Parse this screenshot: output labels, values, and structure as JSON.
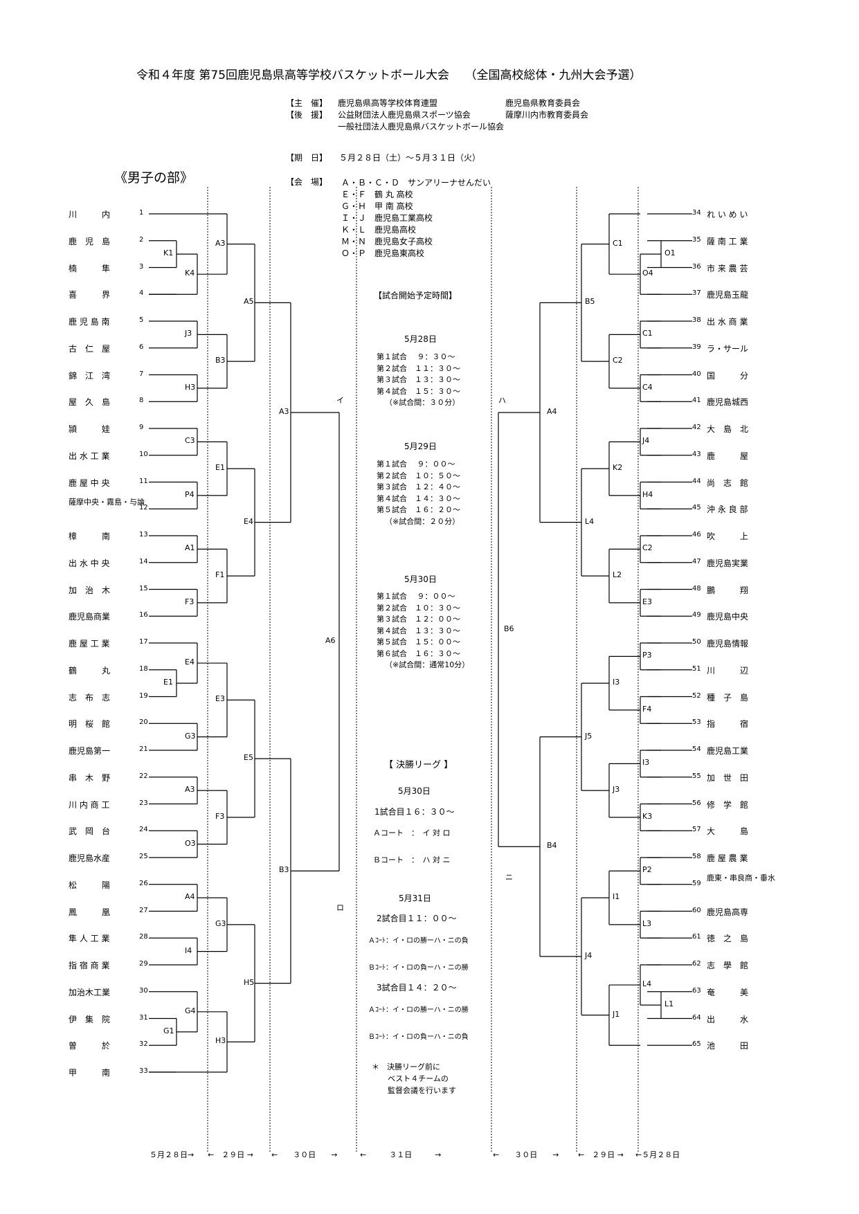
{
  "title": "令和４年度 第75回鹿児島県高等学校バスケットボール大会　 （全国高校総体・九州大会予選）",
  "organizers": {
    "host_label": "【主　催】",
    "host_1": "鹿児島県高等学校体育連盟",
    "host_2": "鹿児島県教育委員会",
    "support_label": "【後　援】",
    "support_1": "公益財団法人鹿児島県スポーツ協会",
    "support_2": "薩摩川内市教育委員会",
    "support_3": "一般社団法人鹿児島県バスケットボール協会"
  },
  "dates_label": "【期　日】",
  "dates_value": "５月２８日（土）～５月３１日（火）",
  "venue_label": "【会　場】",
  "venues": [
    "Ａ・Ｂ・Ｃ・Ｄ　サンアリーナせんだい",
    "Ｅ・Ｆ　鶴 丸 高校",
    "Ｇ・Ｈ　甲 南 高校",
    "Ｉ・Ｊ　鹿児島工業高校",
    "Ｋ・Ｌ　鹿児島高校",
    "Ｍ・Ｎ　鹿児島女子高校",
    "Ｏ・Ｐ　鹿児島東高校"
  ],
  "section_title": "《男子の部》",
  "left_teams": [
    "川　　　内",
    "鹿　児　島",
    "楠　　　隼",
    "喜　　　界",
    "鹿 児 島 南",
    "古　仁　屋",
    "錦　江　湾",
    "屋　久　島",
    "頴　　　娃",
    "出 水 工 業",
    "鹿 屋 中 央",
    "薩摩中央・霧島・与論",
    "樟　　　南",
    "出 水 中 央",
    "加　治　木",
    "鹿児島商業",
    "鹿 屋 工 業",
    "鶴　　　丸",
    "志　布　志",
    "明　桜　館",
    "鹿児島第一",
    "串　木　野",
    "川 内 商 工",
    "武　岡　台",
    "鹿児島水産",
    "松　　　陽",
    "鳳　　　凰",
    "隼 人 工 業",
    "指 宿 商 業",
    "加治木工業",
    "伊　集　院",
    "曽　　　於",
    "甲　　　南"
  ],
  "right_teams": [
    "れ い め い",
    "薩 南 工 業",
    "市 来 農 芸",
    "鹿児島玉龍",
    "出 水 商 業",
    "ラ・サール",
    "国　　　分",
    "鹿児島城西",
    "大　島　北",
    "鹿　　　屋",
    "尚　志　館",
    "沖 永 良 部",
    "吹　　　上",
    "鹿児島実業",
    "鵬　　　翔",
    "鹿児島中央",
    "鹿児島情報",
    "川　　　辺",
    "種　子　島",
    "指　　　宿",
    "鹿児島工業",
    "加　世　田",
    "修　学　館",
    "大　　　島",
    "鹿 屋 農 業",
    "鹿東・串良商・垂水",
    "鹿児島高専",
    "徳　之　島",
    "志　學　館",
    "奄　　　美",
    "出　　　水",
    "池　　　田"
  ],
  "left_r1_labels": [
    "K1",
    "E1",
    "G1"
  ],
  "left_r2_labels": [
    "A3",
    "K4",
    "J3",
    "H3",
    "C3",
    "P4",
    "A1",
    "F3",
    "E4",
    "G3",
    "A3",
    "O3",
    "A4",
    "I4",
    "G4"
  ],
  "left_r3_labels": [
    "A3",
    "B3",
    "E1",
    "F1",
    "E3",
    "F3",
    "G3",
    "H3"
  ],
  "left_r4_labels": [
    "A5",
    "E4",
    "E5",
    "H5"
  ],
  "left_r5_labels": [
    "A3",
    "B3"
  ],
  "left_r6_label": "A6",
  "right_r1_labels": [
    "O1",
    "L1"
  ],
  "right_r2_labels": [
    "O4",
    "C1",
    "C4",
    "J4",
    "H4",
    "C2",
    "E3",
    "P3",
    "F4",
    "I3",
    "K3",
    "P2",
    "L3",
    "L4"
  ],
  "right_r3_labels": [
    "C1",
    "C2",
    "K2",
    "L2",
    "I3",
    "J3",
    "I1",
    "J1"
  ],
  "right_r4_labels": [
    "B5",
    "L4",
    "J5",
    "J4"
  ],
  "right_r5_labels": [
    "A4",
    "B4"
  ],
  "right_r6_label": "B6",
  "block_marks": {
    "i": "イ",
    "ro": "ロ",
    "ha": "ハ",
    "ni": "ニ"
  },
  "schedule": {
    "heading": "【試合開始予定時間】",
    "day1": {
      "date": "5月28日",
      "lines": [
        "第１試合　 ９：３０～",
        "第２試合　１１：３０～",
        "第３試合　１３：３０～",
        "第４試合　１５：３０～",
        "（※試合間：３０分）"
      ]
    },
    "day2": {
      "date": "5月29日",
      "lines": [
        "第１試合　 ９：００～",
        "第２試合　１０：５０～",
        "第３試合　１２：４０～",
        "第４試合　１４：３０～",
        "第５試合　１６：２０～",
        "（※試合間：２０分）"
      ]
    },
    "day3": {
      "date": "5月30日",
      "lines": [
        "第１試合　 ９：００～",
        "第２試合　１０：３０～",
        "第３試合　１２：００～",
        "第４試合　１３：３０～",
        "第５試合　１５：００～",
        "第６試合　１６：３０～",
        "（※試合間：通常10分）"
      ]
    }
  },
  "final_league": {
    "heading": "【 決勝リーグ 】",
    "d1": "5月30日",
    "d1_time": "1試合目１６：３０～",
    "d1_a": "Ａコート　：　イ 対 ロ",
    "d1_b": "Ｂコート　：　ハ 対 ニ",
    "d2": "5月31日",
    "d2_time1": "2試合目１１：００～",
    "d2_a1": "Ａｺｰﾄ：イ・ロの勝ーハ・ニの負",
    "d2_b1": "Ｂｺｰﾄ：イ・ロの負ーハ・ニの勝",
    "d2_time2": "3試合目１４：２０～",
    "d2_a2": "Ａｺｰﾄ：イ・ロの勝ーハ・ニの勝",
    "d2_b2": "Ｂｺｰﾄ：イ・ロの負ーハ・ニの負",
    "note1": "＊　決勝リーグ前に",
    "note2": "ベスト４チームの",
    "note3": "監督会議を行います"
  },
  "footer": [
    "５月２８日→",
    "←　２９日 →",
    "←　　３０日　　→",
    "←　　　３１日　　　→",
    "←　　３０日　　→",
    "←　２９日 →",
    "←５月２８日"
  ]
}
